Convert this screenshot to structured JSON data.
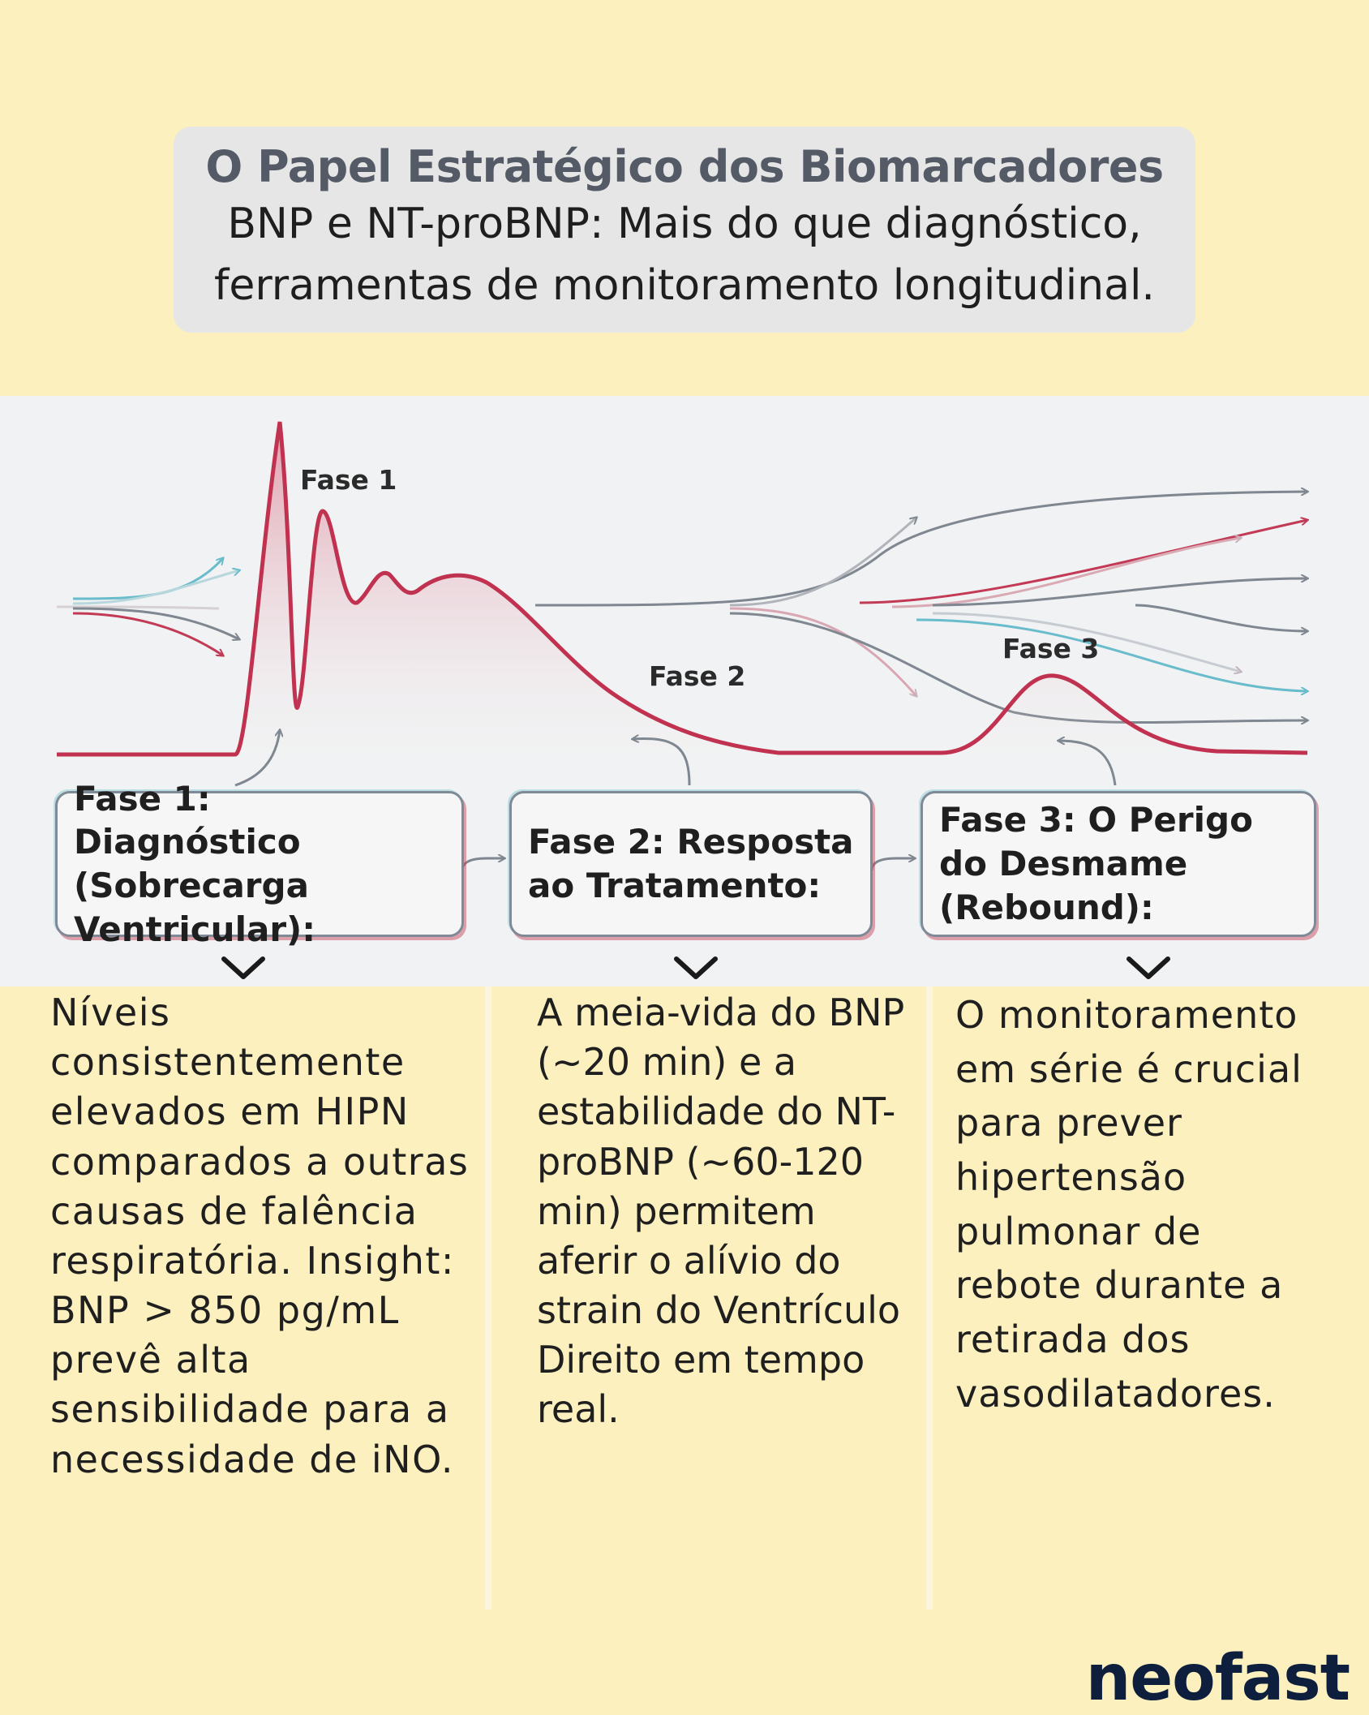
{
  "header": {
    "title": "O Papel Estratégico dos Biomarcadores",
    "subtitle_line1": "BNP e NT-proBNP: Mais do que diagnóstico,",
    "subtitle_line2": "ferramentas de monitoramento longitudinal."
  },
  "diagram": {
    "labels": {
      "fase1": "Fase 1",
      "fase2": "Fase 2",
      "fase3": "Fase 3"
    },
    "colors": {
      "curve": "#c0324f",
      "gray_arrow": "#7f8790",
      "teal_arrow": "#69bccb",
      "red_arrow": "#c23a55"
    }
  },
  "phases": [
    {
      "title": "Fase 1: Diagnóstico (Sobrecarga Ventricular):"
    },
    {
      "title": "Fase 2: Resposta ao Tratamento:"
    },
    {
      "title": "Fase 3: O Perigo do Desmame (Rebound):"
    }
  ],
  "columns": [
    {
      "text": "Níveis consistentemente elevados em HIPN comparados a outras causas de falência respiratória. Insight: BNP > 850 pg/mL prevê alta sensibilidade para a necessidade de iNO."
    },
    {
      "text": "A meia-vida do BNP (~20 min) e a estabilidade do NT-proBNP (~60-120 min) permitem aferir o alívio do strain do Ventrículo Direito em tempo real."
    },
    {
      "text": "O monitoramento em série é crucial para prever hipertensão pulmonar de rebote durante a retirada dos vasodilatadores."
    }
  ],
  "brand": {
    "logo": "neofast"
  }
}
